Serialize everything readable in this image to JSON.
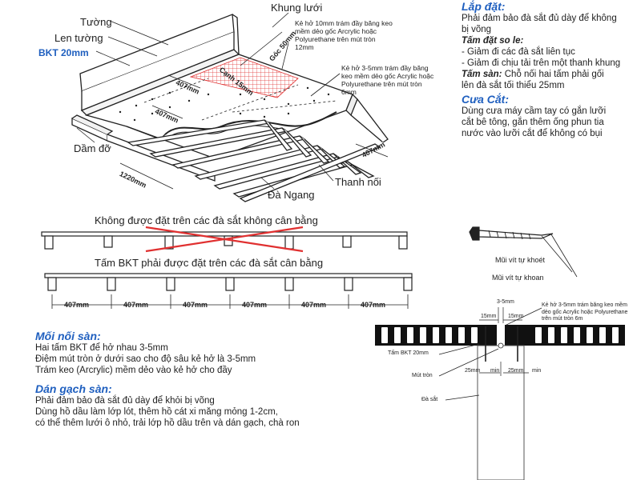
{
  "iso": {
    "wall": "Tường",
    "skirting": "Len tường",
    "board": "BKT 20mm",
    "mesh_frame": "Khung lưới",
    "gap_note_top": "Kẻ hở 10mm trám đầy băng keo mềm dẻo gốc Arcrylic hoặc Polyurethane trên mút tròn 12mm",
    "gap_note_mid": "Kẻ hở 3-5mm trám đầy băng keo mềm dẻo gốc Acrylic hoặc Polyurethane trên mút tròn 6mm",
    "angle_label": "Góc 50mm",
    "edge_label": "Cạnh 15mm",
    "dim_407a": "407mm",
    "dim_407b": "407mm",
    "dim_407c": "407mm",
    "dim_1220": "1220mm",
    "support_beam": "Dầm đỡ",
    "cross_joist": "Đà Ngang",
    "connector": "Thanh nối"
  },
  "right_notes": {
    "install_title": "Lắp đặt:",
    "install_body": "Phải đảm bảo đà sắt đủ dày để không bị võng",
    "stagger_title": "Tấm đặt so le:",
    "stagger_1": "- Giảm đi các đà sắt liên tục",
    "stagger_2": "- Giảm đi chịu tải trên một thanh khung",
    "floor_prefix": "Tấm sàn:",
    "floor_rest": " Chỗ nối hai tấm phải gối",
    "floor_rest2": "lên đà sắt tối thiểu 25mm",
    "cut_title": "Cưa Cắt:",
    "cut_body_1": "Dùng cưa máy cầm tay có gắn lưỡi",
    "cut_body_2": "cắt bê tông, gắn thêm ống phun tia",
    "cut_body_3": "nước vào lưỡi cắt để không có bụi"
  },
  "beams": {
    "wrong_label": "Không được đặt trên các đà sắt không cân bằng",
    "right_label": "Tấm BKT phải được đặt trên các đà sắt cân bằng",
    "spacings": [
      "407mm",
      "407mm",
      "407mm",
      "407mm",
      "407mm",
      "407mm"
    ]
  },
  "screw": {
    "self_drill_tip": "Mũi vít tự khoét",
    "self_tap_tip": "Mũi vít tự khoan"
  },
  "joint_detail": {
    "gap": "3-5mm",
    "left_15": "15mm",
    "right_15": "15mm",
    "note": "Kẻ hở 3-5mm trám băng keo mềm dẻo gốc Acrylic hoặc Polyurethane trên mút tròn 6m",
    "board": "Tấm BKT 20mm",
    "foam": "Mút tròn",
    "steel": "Đà sắt",
    "left_25": "25mm",
    "right_25": "25mm",
    "min_left": "min",
    "min_right": "min"
  },
  "joints": {
    "title": "Mối nối sàn:",
    "line1": "Hai tấm BKT để hở nhau 3-5mm",
    "line2": "Điệm mút tròn ở dưới sao cho độ sâu kẻ hở là 3-5mm",
    "line3": "Trám keo (Arcrylic) mềm dẻo vào kẻ hở cho đầy"
  },
  "tiling": {
    "title": "Dán gạch sàn:",
    "line1": "Phải đảm bảo đà sắt đủ dày để khỏi bị võng",
    "line2": "Dùng hồ dầu làm lớp lót, thêm hồ cát xi măng mỏng 1-2cm,",
    "line3": "có thể thêm lưới ô nhỏ, trải lớp hồ dầu trên và dán gạch, chà ron"
  },
  "colors": {
    "accent": "#1f5fbf",
    "cross": "#e03030",
    "mesh": "#e03030",
    "line": "#222222"
  }
}
